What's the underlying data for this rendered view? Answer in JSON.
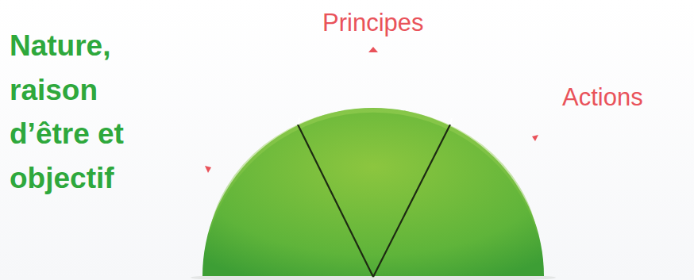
{
  "diagram": {
    "labels": [
      "Principes",
      "Actions",
      "Nature, raison d’être et objectif"
    ]
  }
}
